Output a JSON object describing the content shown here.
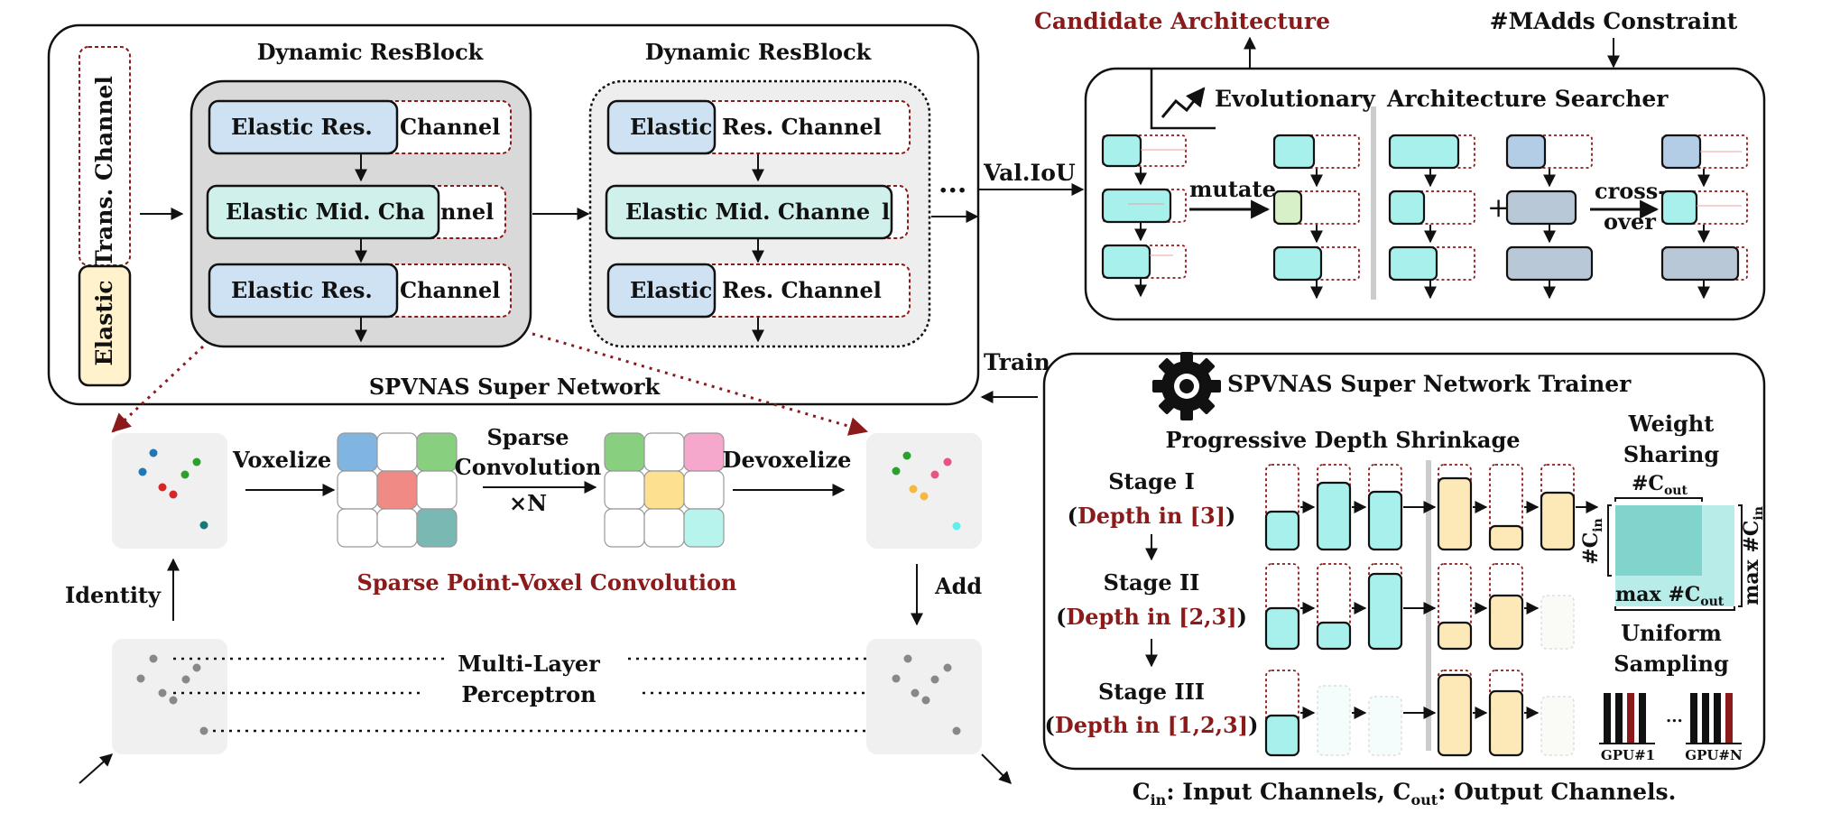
{
  "super_network": {
    "title": "SPVNAS Super Network",
    "trans_channel_label": "Trans. Channel",
    "elastic_label": "Elastic",
    "dots": "...",
    "blocks": [
      {
        "title": "Dynamic ResBlock",
        "rows": [
          {
            "left": "Elastic Res.",
            "right": "Channel"
          },
          {
            "left": "Elastic Mid. Cha",
            "right": "nnel"
          },
          {
            "left": "Elastic Res.",
            "right": "Channel"
          }
        ]
      },
      {
        "title": "Dynamic ResBlock",
        "rows": [
          {
            "left": "Elastic",
            "right": "Res. Channel"
          },
          {
            "left": "Elastic Mid. Channe",
            "right": "l"
          },
          {
            "left": "Elastic",
            "right": "Res. Channel"
          }
        ]
      }
    ]
  },
  "searcher": {
    "candidate_label": "Candidate Architecture",
    "constraint_label": "#MAdds Constraint",
    "evolutionary_label": "Evolutionary",
    "searcher_label": "Architecture Searcher",
    "mutate_label": "mutate",
    "crossover_label_1": "cross-",
    "crossover_label_2": "over",
    "plus": "+"
  },
  "links": {
    "val_iou": "Val.IoU",
    "train": "Train"
  },
  "pvconv": {
    "voxelize": "Voxelize",
    "sparse_conv_1": "Sparse",
    "sparse_conv_2": "Convolution",
    "sparse_conv_3": "×N",
    "devoxelize": "Devoxelize",
    "title": "Sparse Point-Voxel Convolution",
    "identity": "Identity",
    "add": "Add",
    "mlp_1": "Multi-Layer",
    "mlp_2": "Perceptron"
  },
  "trainer": {
    "title": "SPVNAS Super Network Trainer",
    "pds_title": "Progressive Depth Shrinkage",
    "stages": [
      {
        "name": "Stage I",
        "depth": "Depth in [3]"
      },
      {
        "name": "Stage II",
        "depth": "Depth in [2,3]"
      },
      {
        "name": "Stage III",
        "depth": "Depth in [1,2,3]"
      }
    ],
    "weight_sharing_1": "Weight",
    "weight_sharing_2": "Sharing",
    "cout_label": "#C",
    "cout_sub": "out",
    "cin_label": "#C",
    "cin_sub": "in",
    "max_label": "max",
    "uniform_1": "Uniform",
    "uniform_2": "Sampling",
    "gpu1": "GPU#1",
    "gpun": "GPU#N",
    "gpu_dots": "..."
  },
  "caption": {
    "cin_label": "C",
    "cin_sub": "in",
    "cin_desc": ": Input Channels, ",
    "cout_label": "C",
    "cout_sub": "out",
    "cout_desc": ": Output Channels."
  },
  "colors": {
    "res_blue": "#cfe2f3",
    "mid_teal": "#d0f0ec",
    "elastic_yellow": "#fff2cc",
    "cyan": "#a8f0ec",
    "orange": "#fde8b8",
    "steel": "#b9c8d6",
    "dark_red": "#8b1a1a",
    "panel_gray": "#f0f0f0"
  }
}
